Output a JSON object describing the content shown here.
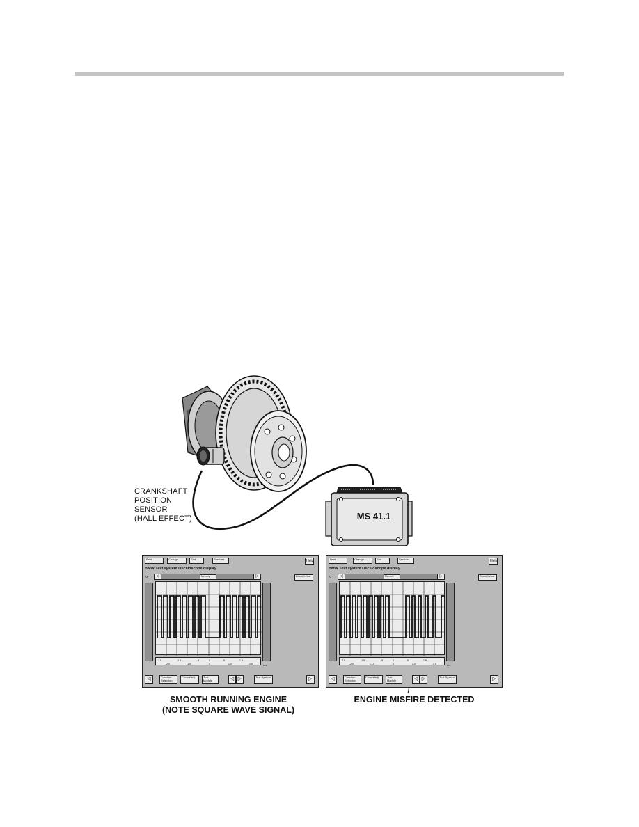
{
  "labels": {
    "sensor": [
      "CRANKSHAFT",
      "POSITION",
      "SENSOR",
      "(HALL EFFECT)"
    ],
    "ecu": "MS 41.1",
    "caption_left": [
      "SMOOTH RUNNING ENGINE",
      "(NOTE SQUARE WAVE SIGNAL)"
    ],
    "caption_right": "ENGINE MISFIRE DETECTED"
  },
  "scope": {
    "buttons": [
      "Print",
      "Change",
      "End",
      "Services"
    ],
    "help": "Help",
    "title": "BMW  Test system  Oscilloscope display",
    "v_label": "V",
    "memory": "Memory",
    "zoom": "Zoom In/out",
    "bottom_buttons": [
      "Function Selection",
      "Preset/Adj.",
      "Test Module",
      "Test System"
    ],
    "axis_unit": "ms",
    "axis_top": [
      "-2.5",
      "-1.5",
      "-.5",
      "0",
      ".5",
      "1.5"
    ],
    "axis_bottom": [
      "-2.0",
      "-1.0",
      "0",
      "1.0",
      "2.0"
    ],
    "arrow_left": "◁",
    "arrow_right": "▷"
  },
  "colors": {
    "screen_bg": "#b9b9b9",
    "panel": "#ececec",
    "dark": "#8f8f8f",
    "rule": "#c4c4c4"
  }
}
